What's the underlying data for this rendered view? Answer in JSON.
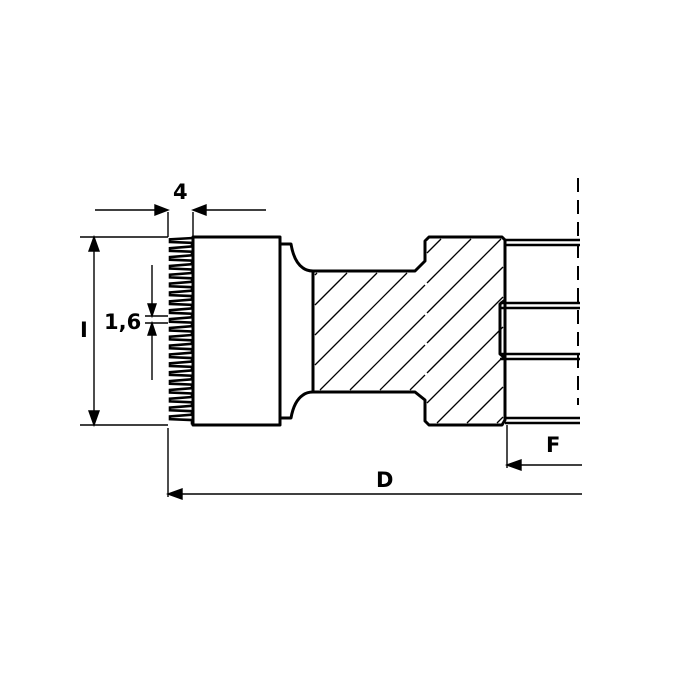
{
  "dimensions": {
    "tooth_width": "4",
    "tooth_pitch": "1,6",
    "height": "I",
    "diameter": "D",
    "bore_offset": "F"
  },
  "colors": {
    "line": "#000000",
    "background": "#ffffff"
  }
}
